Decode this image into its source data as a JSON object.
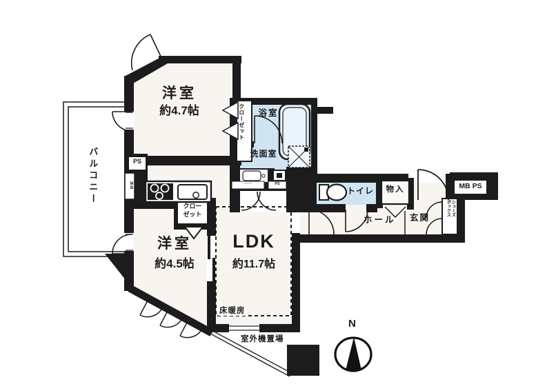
{
  "plan": {
    "rooms": {
      "western_top": {
        "name": "洋室",
        "size": "約4.7帖"
      },
      "western_bottom": {
        "name": "洋室",
        "size": "約4.5帖"
      },
      "ldk": {
        "name": "LDK",
        "size": "約11.7帖"
      },
      "balcony": "バルコニー",
      "bathroom": "浴室",
      "washroom": "洗面室",
      "toilet": "トイレ",
      "storage": "物入",
      "hall": "ホール",
      "entrance": "玄関"
    },
    "labels": {
      "closet_vertical": "クローゼット",
      "closet_line1": "クロー",
      "closet_line2": "ゼット",
      "shoes_col1": "シューズ",
      "shoes_col2": "ボックス",
      "mb_ps": "MB PS",
      "ps": "PS",
      "meter": "MB",
      "floor_heating": "床暖房",
      "outdoor_unit": "室外機置場",
      "north": "N",
      "vanity_note": "······",
      "ps_note": "PS"
    },
    "colors": {
      "wall": "#1c1c1c",
      "wet_area": "#cfe4f0",
      "room": "#f8f5f1",
      "tub_fill": "#eaf4fb"
    }
  }
}
